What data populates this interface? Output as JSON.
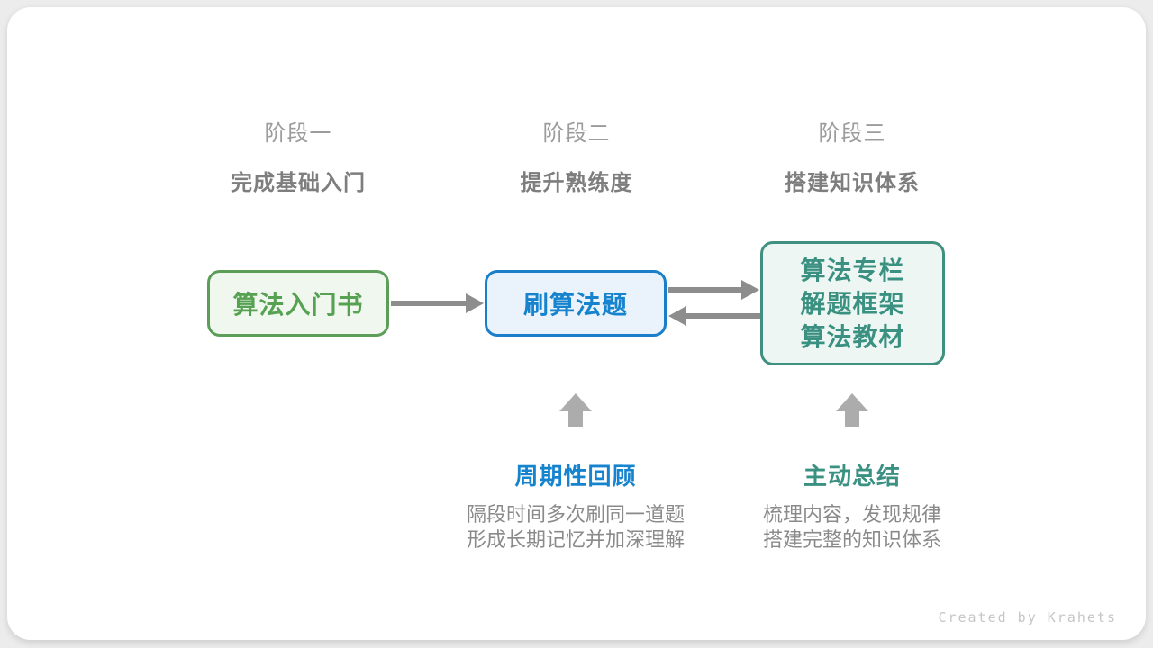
{
  "stages": [
    {
      "label": "阶段一",
      "title": "完成基础入门"
    },
    {
      "label": "阶段二",
      "title": "提升熟练度"
    },
    {
      "label": "阶段三",
      "title": "搭建知识体系"
    }
  ],
  "nodes": {
    "intro_book": {
      "label": "算法入门书"
    },
    "practice": {
      "label": "刷算法题"
    },
    "resources": {
      "lines": [
        "算法专栏",
        "解题框架",
        "算法教材"
      ]
    }
  },
  "annotations": [
    {
      "title": "周期性回顾",
      "desc_lines": [
        "隔段时间多次刷同一道题",
        "形成长期记忆并加深理解"
      ]
    },
    {
      "title": "主动总结",
      "desc_lines": [
        "梳理内容，发现规律",
        "搭建完整的知识体系"
      ]
    }
  ],
  "footer": {
    "credit": "Created by Krahets"
  },
  "colors": {
    "page_bg": "#ECECEC",
    "card_bg": "#FFFFFF",
    "stage_label": "#9C9C9C",
    "stage_title": "#7E7E7E",
    "green_border": "#5C9D58",
    "green_bg": "#F0F7EF",
    "green_text": "#56A152",
    "blue_border": "#1B7EC8",
    "blue_bg": "#EAF3FB",
    "blue_text": "#1583CE",
    "teal_border": "#40907F",
    "teal_bg": "#EDF6F3",
    "teal_text": "#3B9181",
    "arrow": "#8D8D8D",
    "block_arrow": "#ACACAC",
    "desc": "#8A8A8A",
    "footer": "#C6C6C6"
  }
}
